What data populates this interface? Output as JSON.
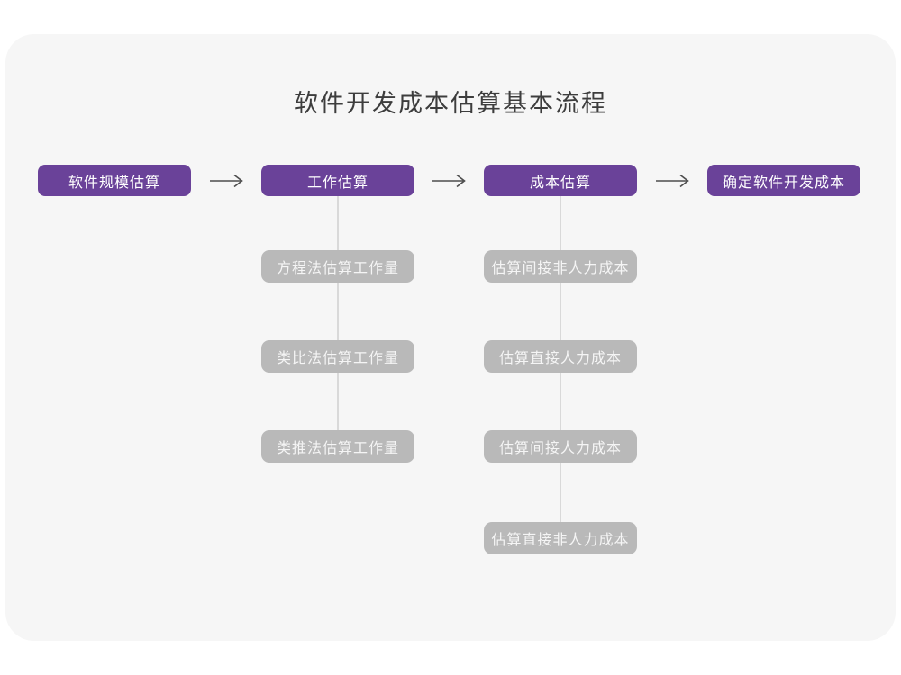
{
  "title": "软件开发成本估算基本流程",
  "flow": {
    "stages": [
      {
        "label": "软件规模估算",
        "substeps": []
      },
      {
        "label": "工作估算",
        "substeps": [
          "方程法估算工作量",
          "类比法估算工作量",
          "类推法估算工作量"
        ]
      },
      {
        "label": "成本估算",
        "substeps": [
          "估算间接非人力成本",
          "估算直接人力成本",
          "估算间接人力成本",
          "估算直接非人力成本"
        ]
      },
      {
        "label": "确定软件开发成本",
        "substeps": []
      }
    ],
    "arrow_icon": "arrow-right"
  },
  "colors": {
    "stage_box": "#6a4299",
    "stage_text": "#ffffff",
    "substep_box": "#b9b9b9",
    "substep_text": "#f5f5f5",
    "connector_line": "#d9d9d9",
    "arrow": "#4d4d4d",
    "card_bg": "#f6f6f6",
    "page_bg": "#ffffff",
    "title_text": "#3d3d3d"
  }
}
